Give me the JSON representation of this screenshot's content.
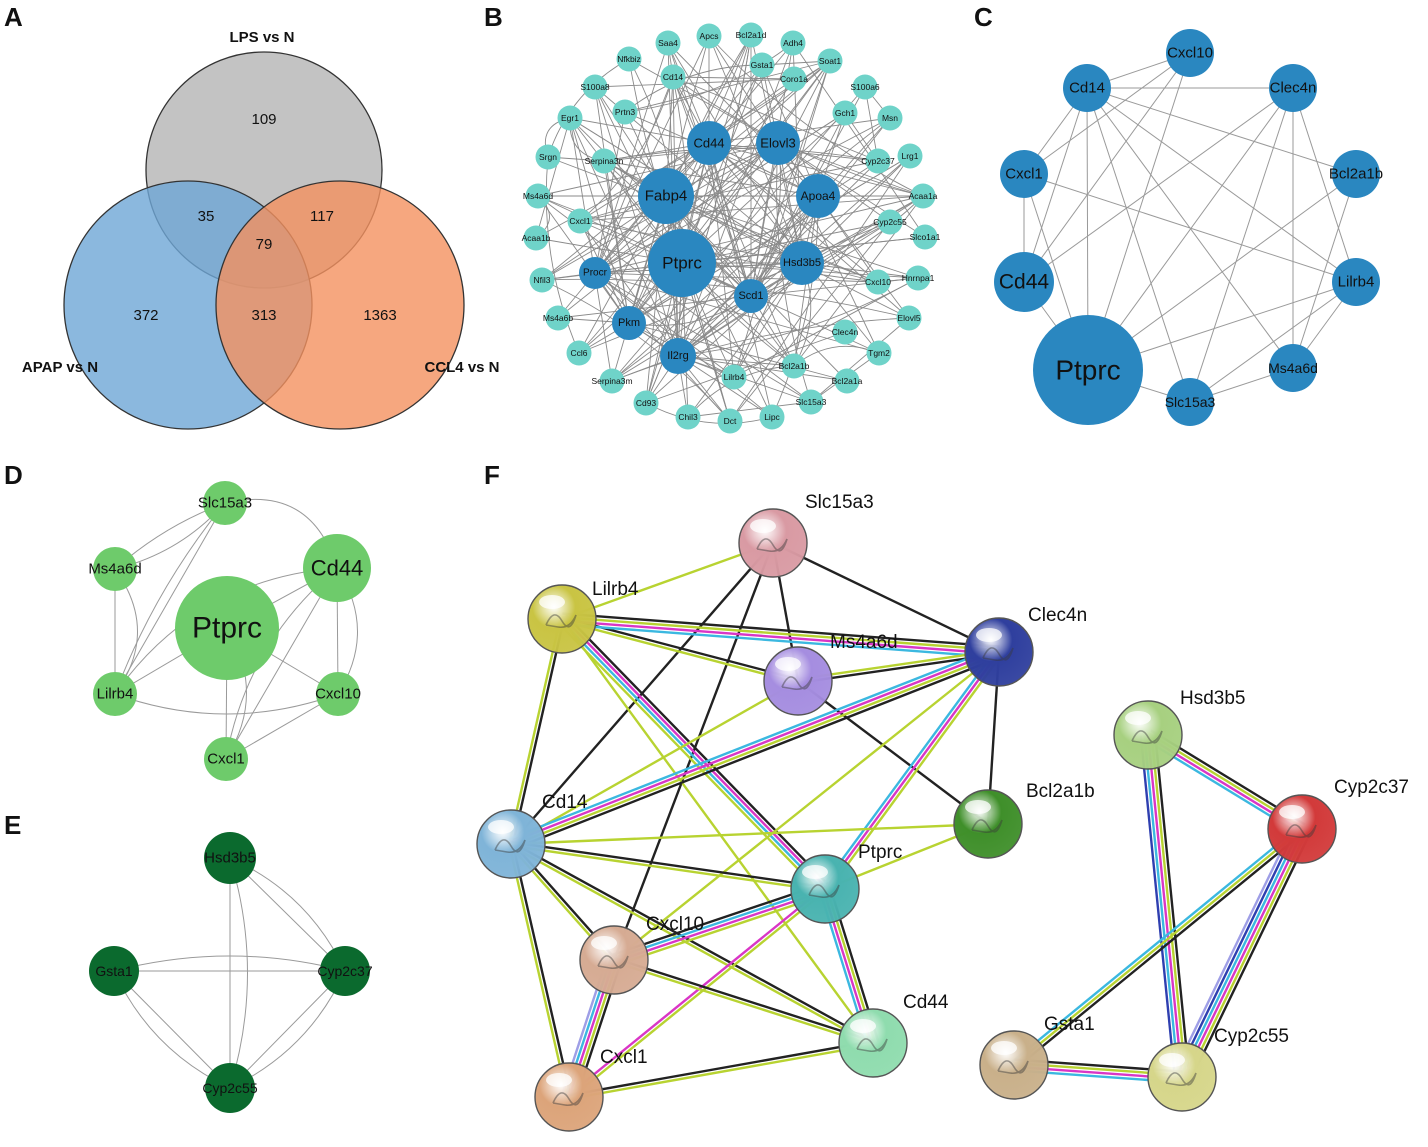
{
  "panels": {
    "A": {
      "letter": "A",
      "sets": {
        "lps": "LPS vs N",
        "apap": "APAP vs N",
        "ccl4": "CCL4 vs N"
      },
      "counts": {
        "lps_only": "109",
        "apap_only": "372",
        "ccl4_only": "1363",
        "lps_apap": "35",
        "lps_ccl4": "117",
        "apap_ccl4": "313",
        "all": "79"
      },
      "colors": {
        "lps": "#b4b4b4",
        "apap": "#6ea6d6",
        "ccl4": "#f4915f"
      }
    },
    "B": {
      "letter": "B",
      "hub_color": "#2a87c0",
      "outer_color": "#6fd3c9",
      "hub_nodes": [
        "Cd44",
        "Elovl3",
        "Fabp4",
        "Apoa4",
        "Ptprc",
        "Hsd3b5",
        "Procr",
        "Scd1",
        "Pkm",
        "Il2rg"
      ],
      "outer_nodes": [
        "Saa4",
        "Apcs",
        "Bcl2a1d",
        "Adh4",
        "Soat1",
        "S100a6",
        "Msn",
        "Lrg1",
        "Acaa1a",
        "Slco1a1",
        "Hnrnpa1",
        "Elovl5",
        "Tgm2",
        "Bcl2a1a",
        "Slc15a3",
        "Lipc",
        "Dct",
        "Chil3",
        "Cd93",
        "Serpina3m",
        "Ccl6",
        "Ms4a6b",
        "Nfil3",
        "Acaa1b",
        "Ms4a6d",
        "Srgn",
        "Egr1",
        "S100a8",
        "Nfkbiz",
        "Cd14",
        "Gsta1",
        "Coro1a",
        "Gch1",
        "Cyp2c37",
        "Cyp2c55",
        "Cxcl10",
        "Clec4n",
        "Bcl2a1b",
        "Lilrb4",
        "Cxcl1",
        "Serpina3n",
        "Prtn3"
      ]
    },
    "C": {
      "letter": "C",
      "color": "#2a87c0",
      "nodes": [
        "Cxcl10",
        "Cd14",
        "Clec4n",
        "Cxcl1",
        "Bcl2a1b",
        "Cd44",
        "Lilrb4",
        "Ptprc",
        "Ms4a6d",
        "Slc15a3"
      ]
    },
    "D": {
      "letter": "D",
      "color": "#6ecb6b",
      "nodes": [
        "Slc15a3",
        "Ms4a6d",
        "Cd44",
        "Ptprc",
        "Lilrb4",
        "Cxcl10",
        "Cxcl1"
      ]
    },
    "E": {
      "letter": "E",
      "color": "#0b6a2e",
      "nodes": [
        "Hsd3b5",
        "Gsta1",
        "Cyp2c37",
        "Cyp2c55"
      ]
    },
    "F": {
      "letter": "F",
      "nodes": [
        "Slc15a3",
        "Lilrb4",
        "Ms4a6d",
        "Clec4n",
        "Cd14",
        "Bcl2a1b",
        "Ptprc",
        "Cxcl10",
        "Cd44",
        "Cxcl1",
        "Hsd3b5",
        "Cyp2c37",
        "Gsta1",
        "Cyp2c55"
      ],
      "node_colors": [
        "#d99aa3",
        "#c9c443",
        "#a58de0",
        "#2f3f9e",
        "#7fb4d8",
        "#3f8f2a",
        "#49b3b0",
        "#d6ab93",
        "#8fdcae",
        "#dca47a",
        "#a7d080",
        "#d23a3a",
        "#c9b08a",
        "#d6d68a"
      ],
      "edge_colors": [
        "#222222",
        "#b8d331",
        "#d936c6",
        "#3bb8e0",
        "#2f3fb0",
        "#9e9ee6"
      ]
    }
  }
}
